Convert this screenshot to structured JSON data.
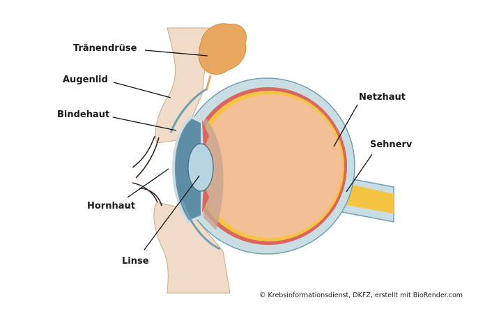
{
  "labels": {
    "lacrimal_gland": "Tränendrüse",
    "eyelid": "Augenlid",
    "conjunctiva": "Bindehaut",
    "cornea": "Hornhaut",
    "lens": "Linse",
    "retina": "Netzhaut",
    "optic_nerve": "Sehnerv"
  },
  "credit": "© Krebsinformationsdienst, DKFZ, erstellt mit BioRender.com",
  "colors": {
    "skin": "#f0dcc8",
    "sclera": "#c9dde3",
    "sclera_outline": "#6e9fb3",
    "choroid": "#d9675f",
    "retina": "#f6c443",
    "vitreous": "#f2bf96",
    "cornea": "#5e8ea6",
    "lens": "#b7d4e0",
    "gland": "#e8a860"
  }
}
